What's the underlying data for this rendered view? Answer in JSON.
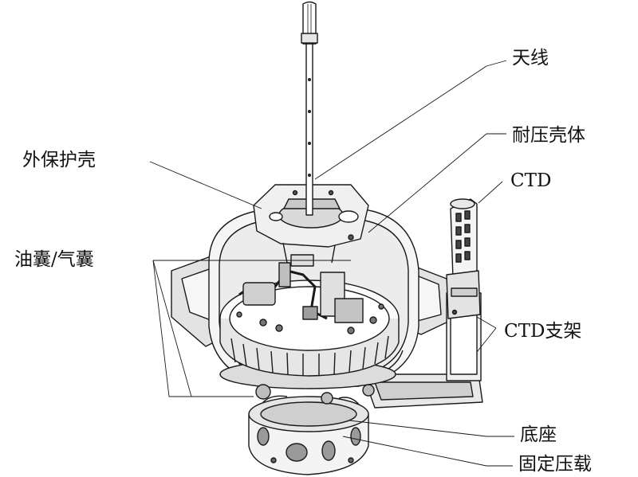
{
  "labels": {
    "antenna": "天线",
    "pressure_hull": "耐压壳体",
    "ctd": "CTD",
    "outer_shell": "外保护壳",
    "bladder": "油囊/气囊",
    "ctd_mount": "CTD支架",
    "base": "底座",
    "fixed_ballast": "固定压载"
  },
  "colors": {
    "line": "#1a1a1a",
    "fill_light": "#f2f2f2",
    "fill_mid": "#d9d9d9",
    "fill_dark": "#8c8c8c"
  }
}
